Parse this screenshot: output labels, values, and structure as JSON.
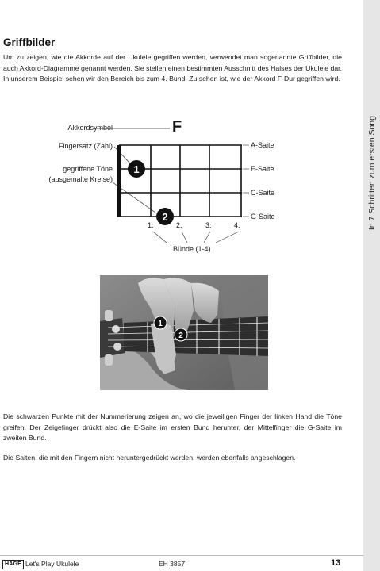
{
  "page": {
    "section_title": "Griffbilder",
    "intro_text": "Um zu zeigen, wie die Akkorde auf der Ukulele gegriffen werden, verwendet man sogenannte Griffbilder, die auch Akkord-Diagramme genannt werden. Sie stellen einen bestimmten Ausschnitt des Halses der Ukulele dar. In unserem Beispiel sehen wir den Bereich bis zum 4. Bund. Zu sehen ist, wie der Akkord F-Dur gegriffen wird.",
    "body_text_1": "Die schwarzen Punkte mit der Nummerierung zeigen an, wo die jeweiligen Finger der linken Hand die Töne greifen. Der Zeigefinger drückt also die E-Saite im ersten Bund herunter, der Mittelfinger die G-Saite im zweiten Bund.",
    "body_text_2": "Die Saiten, die mit den Fingern nicht heruntergedrückt werden, werden ebenfalls angeschlagen."
  },
  "side_tab": {
    "text": "In 7 Schritten zum ersten Song",
    "background": "#e6e6e6"
  },
  "diagram": {
    "chord_symbol": "F",
    "labels": {
      "chord_symbol_label": "Akkordsymbol",
      "fingering_label": "Fingersatz (Zahl)",
      "pressed_notes_label_line1": "gegriffene Töne",
      "pressed_notes_label_line2": "(ausgemalte Kreise)"
    },
    "strings": [
      "A-Saite",
      "E-Saite",
      "C-Saite",
      "G-Saite"
    ],
    "fret_numbers": [
      "1.",
      "2.",
      "3.",
      "4."
    ],
    "frets_caption": "Bünde (1-4)",
    "fingers": [
      {
        "finger": "1",
        "string": "E-Saite",
        "fret": 1
      },
      {
        "finger": "2",
        "string": "G-Saite",
        "fret": 2
      }
    ]
  },
  "photo": {
    "finger_markers": [
      "1",
      "2"
    ],
    "skin_color": "#c9c9c9",
    "fretboard_color": "#2e2e2e"
  },
  "footer": {
    "publisher_logo": "HAGE",
    "book_title": "Let's Play Ukulele",
    "catalog_code": "EH 3857",
    "page_number": "13"
  }
}
